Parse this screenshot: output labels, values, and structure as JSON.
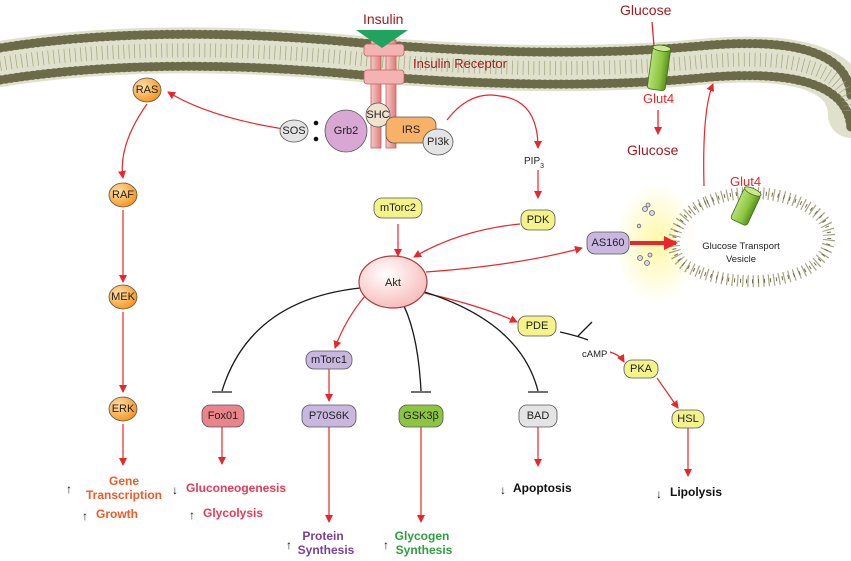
{
  "membrane_labels": {
    "insulin": "Insulin",
    "insulin_receptor": "Insulin Receptor",
    "glucose_top": "Glucose",
    "glut4_membrane": "Glut4",
    "glucose_inside": "Glucose",
    "glut4_vesicle": "Glut4",
    "vesicle_line1": "Glucose Transport",
    "vesicle_line2": "Vesicle"
  },
  "nodes": {
    "ras": "RAS",
    "raf": "RAF",
    "mek": "MEK",
    "erk": "ERK",
    "sos": "SOS",
    "grb2": "Grb2",
    "shc": "SHC",
    "irs": "IRS",
    "pi3k": "PI3k",
    "pip3_base": "PIP",
    "pip3_sub": "3",
    "pdk": "PDK",
    "mtorc2": "mTorc2",
    "akt": "Akt",
    "as160": "AS160",
    "pde": "PDE",
    "camp": "cAMP",
    "pka": "PKA",
    "hsl": "HSL",
    "mtorc1": "mTorc1",
    "p70s6k": "P70S6K",
    "fox01": "Fox01",
    "gsk3b": "GSK3β",
    "bad": "BAD"
  },
  "outcomes": {
    "gene_arrow": "↑",
    "gene_l1": "Gene",
    "gene_l2": "Transcription",
    "growth_arrow": "↑",
    "growth": "Growth",
    "gluconeo_arrow": "↓",
    "gluconeo": "Gluconeogenesis",
    "glycolysis_arrow": "↑",
    "glycolysis": "Glycolysis",
    "protein_arrow": "↑",
    "protein_l1": "Protein",
    "protein_l2": "Synthesis",
    "glycogen_arrow": "↑",
    "glycogen_l1": "Glycogen",
    "glycogen_l2": "Synthesis",
    "apoptosis_arrow": "↓",
    "apoptosis": "Apoptosis",
    "lipolysis_arrow": "↓",
    "lipolysis": "Lipolysis"
  },
  "colors": {
    "arrow": "#e8262b",
    "inhibit": "#1a1a1a",
    "ras_pathway": "#f7941d",
    "yellow_node": "#f3f38a",
    "purple_node": "#c9b7e0",
    "green_node": "#8cc63f",
    "red_node": "#e8848a",
    "grey_node": "#e4e4e4",
    "akt_fill": "#fde3e3",
    "insulin": "#1fa35f",
    "receptor": "#f4b2b2",
    "dark_red_text": "#a31b1f",
    "orange_text": "#f05a28",
    "purple_text": "#7b3f98",
    "green_text": "#2e9e3f",
    "pink_text": "#e83a58"
  }
}
